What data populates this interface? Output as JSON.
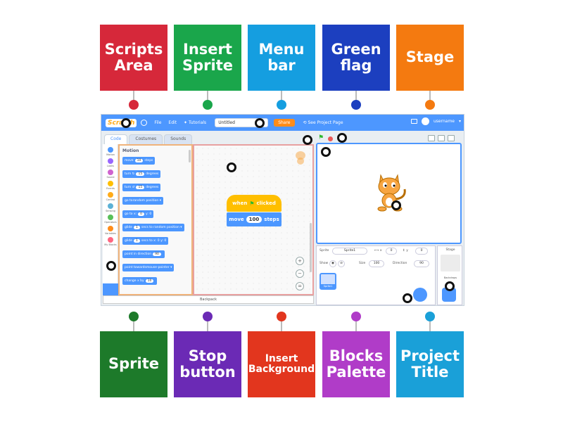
{
  "labels_top": [
    {
      "id": "scripts-area",
      "text": "Scripts\nArea",
      "color": "#d6283a"
    },
    {
      "id": "insert-sprite",
      "text": "Insert\nSprite",
      "color": "#1aa64b"
    },
    {
      "id": "menu-bar",
      "text": "Menu\nbar",
      "color": "#159ee0"
    },
    {
      "id": "green-flag",
      "text": "Green\nflag",
      "color": "#1c3fbf"
    },
    {
      "id": "stage",
      "text": "Stage",
      "color": "#f47a10"
    }
  ],
  "labels_bottom": [
    {
      "id": "sprite",
      "text": "Sprite",
      "color": "#1d7a2a"
    },
    {
      "id": "stop-button",
      "text": "Stop\nbutton",
      "color": "#6b2ab5"
    },
    {
      "id": "insert-background",
      "text": "Insert\nBackground",
      "color": "#e2361e"
    },
    {
      "id": "blocks-palette",
      "text": "Blocks\nPalette",
      "color": "#b03cc8"
    },
    {
      "id": "project-title",
      "text": "Project\nTitle",
      "color": "#1aa0d8"
    }
  ],
  "menubar": {
    "logo": "Scratch",
    "file": "File",
    "edit": "Edit",
    "tutorials": "Tutorials",
    "project_title": "Untitled",
    "share": "Share",
    "see_project": "See Project Page",
    "username": "username"
  },
  "tabs": {
    "code": "Code",
    "costumes": "Costumes",
    "sounds": "Sounds"
  },
  "categories": [
    {
      "name": "Motion",
      "color": "#4c97ff"
    },
    {
      "name": "Looks",
      "color": "#9966ff"
    },
    {
      "name": "Sound",
      "color": "#cf63cf"
    },
    {
      "name": "Events",
      "color": "#ffbf00"
    },
    {
      "name": "Control",
      "color": "#ffab19"
    },
    {
      "name": "Sensing",
      "color": "#5cb1d6"
    },
    {
      "name": "Operators",
      "color": "#59c059"
    },
    {
      "name": "Variables",
      "color": "#ff8c1a"
    },
    {
      "name": "My Blocks",
      "color": "#ff6680"
    }
  ],
  "palette": {
    "heading": "Motion",
    "blocks": [
      {
        "pre": "move",
        "num": "10",
        "post": "steps"
      },
      {
        "pre": "turn ↻",
        "num": "15",
        "post": "degrees"
      },
      {
        "pre": "turn ↺",
        "num": "15",
        "post": "degrees"
      },
      {
        "pre": "go to",
        "num": "",
        "post": "random position ▾"
      },
      {
        "pre": "go to x:",
        "num": "0",
        "post": "y: 0"
      },
      {
        "pre": "glide",
        "num": "1",
        "post": "secs to random position ▾"
      },
      {
        "pre": "glide",
        "num": "1",
        "post": "secs to x: 0 y: 0"
      },
      {
        "pre": "point in direction",
        "num": "90",
        "post": ""
      },
      {
        "pre": "point towards",
        "num": "",
        "post": "mouse-pointer ▾"
      },
      {
        "pre": "change x by",
        "num": "10",
        "post": ""
      }
    ]
  },
  "script": {
    "hat_pre": "when",
    "hat_post": "clicked",
    "move_pre": "move",
    "move_num": "100",
    "move_post": "steps"
  },
  "backpack": "Backpack",
  "sprite_info": {
    "sprite_label": "Sprite",
    "sprite_name": "Sprite1",
    "x_label": "x",
    "x_value": "0",
    "y_label": "y",
    "y_value": "0",
    "show_label": "Show",
    "size_label": "Size",
    "size_value": "100",
    "direction_label": "Direction",
    "direction_value": "90",
    "thumb_label": "Sprite1"
  },
  "stage_panel": {
    "label": "Stage",
    "backdrops": "Backdrops"
  }
}
